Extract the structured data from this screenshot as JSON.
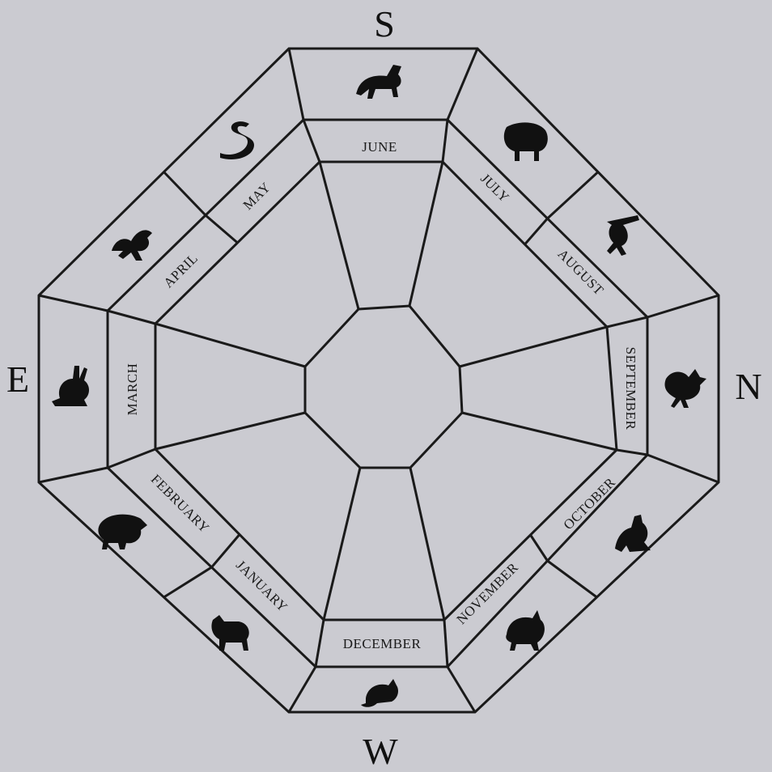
{
  "compass": {
    "south": "S",
    "north": "N",
    "east": "E",
    "west": "W"
  },
  "segments": [
    {
      "month": "JUNE",
      "animal": "horse-icon"
    },
    {
      "month": "JULY",
      "animal": "sheep-icon"
    },
    {
      "month": "AUGUST",
      "animal": "monkey-icon"
    },
    {
      "month": "SEPTEMBER",
      "animal": "rooster-icon"
    },
    {
      "month": "OCTOBER",
      "animal": "dog-icon"
    },
    {
      "month": "NOVEMBER",
      "animal": "pig-icon"
    },
    {
      "month": "DECEMBER",
      "animal": "rat-icon"
    },
    {
      "month": "JANUARY",
      "animal": "ox-icon"
    },
    {
      "month": "FEBRUARY",
      "animal": "tiger-icon"
    },
    {
      "month": "MARCH",
      "animal": "rabbit-icon"
    },
    {
      "month": "APRIL",
      "animal": "dragon-icon"
    },
    {
      "month": "MAY",
      "animal": "snake-icon"
    }
  ],
  "colors": {
    "background": "#cbcbd1",
    "ink": "#1a1a1a"
  }
}
